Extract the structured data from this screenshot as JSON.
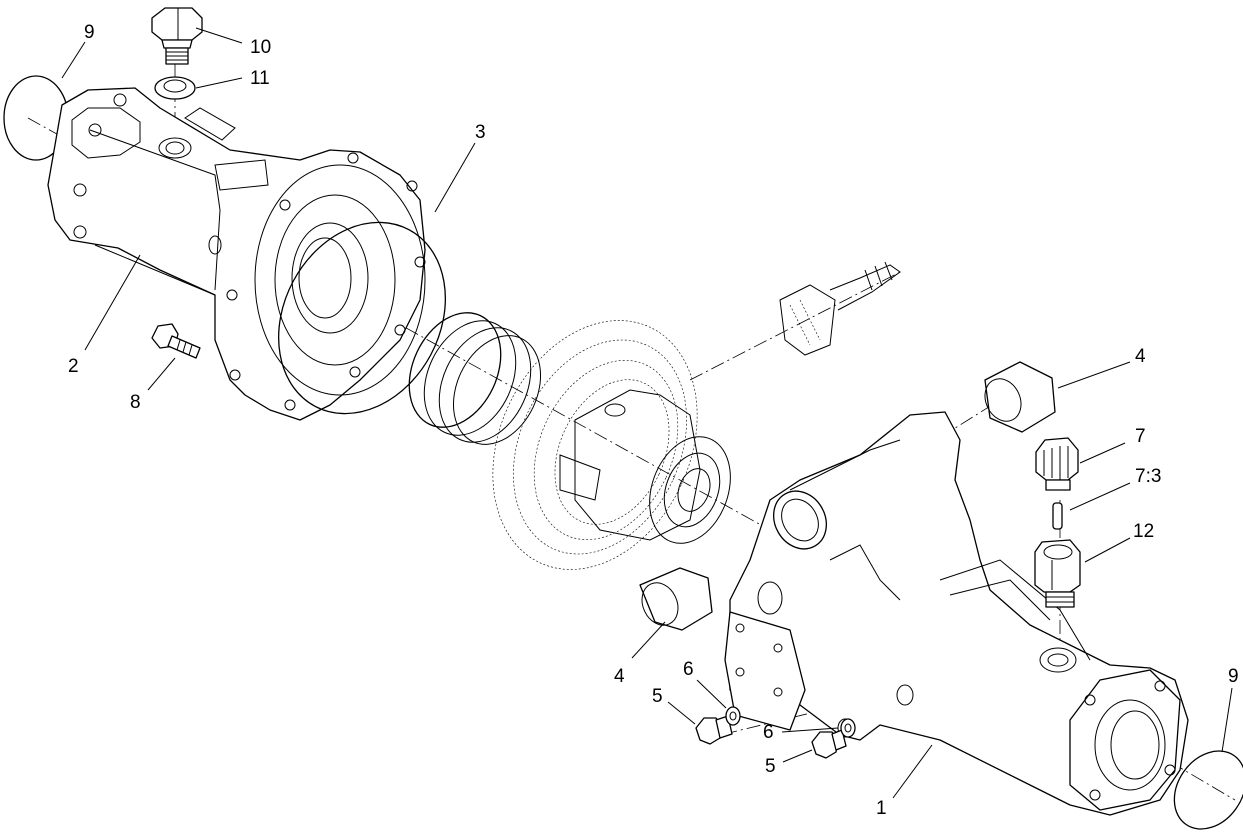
{
  "callouts": [
    {
      "id": "c1",
      "text": "1"
    },
    {
      "id": "c2",
      "text": "2"
    },
    {
      "id": "c3",
      "text": "3"
    },
    {
      "id": "c4a",
      "text": "4"
    },
    {
      "id": "c4b",
      "text": "4"
    },
    {
      "id": "c5a",
      "text": "5"
    },
    {
      "id": "c5b",
      "text": "5"
    },
    {
      "id": "c6a",
      "text": "6"
    },
    {
      "id": "c6b",
      "text": "6"
    },
    {
      "id": "c7",
      "text": "7"
    },
    {
      "id": "c73",
      "text": "7:3"
    },
    {
      "id": "c8",
      "text": "8"
    },
    {
      "id": "c9a",
      "text": "9"
    },
    {
      "id": "c9b",
      "text": "9"
    },
    {
      "id": "c10",
      "text": "10"
    },
    {
      "id": "c11",
      "text": "11"
    },
    {
      "id": "c12",
      "text": "12"
    }
  ]
}
